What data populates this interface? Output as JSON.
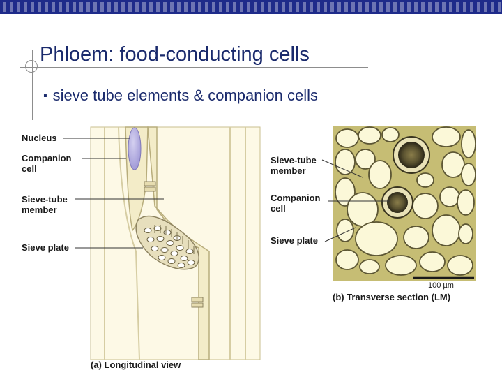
{
  "slide": {
    "title": "Phloem: food-conducting cells",
    "bullet_icon": "square-bullet-icon",
    "bullet": "sieve tube elements & companion cells",
    "accent_color": "#1a2a6c",
    "bar_color": "#1e2b8a"
  },
  "longitudinal": {
    "labels": {
      "nucleus": "Nucleus",
      "companion_line1": "Companion",
      "companion_line2": "cell",
      "sieve_tube_line1": "Sieve-tube",
      "sieve_tube_line2": "member",
      "sieve_plate": "Sieve plate"
    },
    "caption": "(a) Longitudinal view"
  },
  "transverse": {
    "labels": {
      "sieve_tube_line1": "Sieve-tube",
      "sieve_tube_line2": "member",
      "companion_line1": "Companion",
      "companion_line2": "cell",
      "sieve_plate": "Sieve plate"
    },
    "scale_bar": "100 µm",
    "caption": "(b) Transverse section (LM)"
  }
}
